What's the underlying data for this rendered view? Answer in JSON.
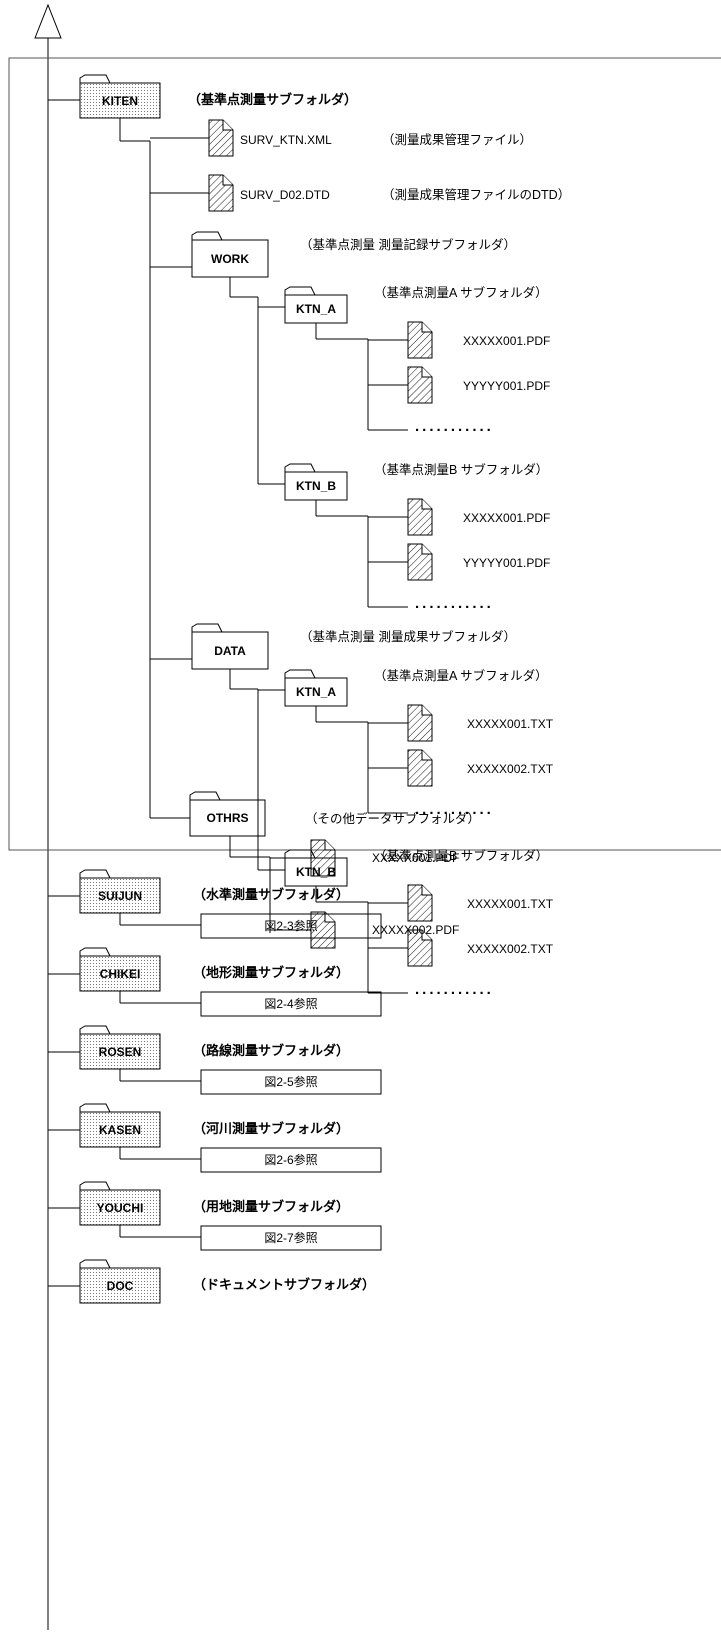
{
  "kiten": {
    "name": "KITEN",
    "note": "（基準点測量サブフォルダ）",
    "files": [
      {
        "name": "SURV_KTN.XML",
        "note": "（測量成果管理ファイル）"
      },
      {
        "name": "SURV_D02.DTD",
        "note": "（測量成果管理ファイルのDTD）"
      }
    ],
    "work": {
      "name": "WORK",
      "note": "（基準点測量 測量記録サブフォルダ）",
      "sub": [
        {
          "name": "KTN_A",
          "note": "（基準点測量A サブフォルダ）",
          "files": [
            "XXXXX001.PDF",
            "YYYYY001.PDF"
          ],
          "more": "..........."
        },
        {
          "name": "KTN_B",
          "note": "（基準点測量B サブフォルダ）",
          "files": [
            "XXXXX001.PDF",
            "YYYYY001.PDF"
          ],
          "more": "..........."
        }
      ]
    },
    "data": {
      "name": "DATA",
      "note": "（基準点測量 測量成果サブフォルダ）",
      "sub": [
        {
          "name": "KTN_A",
          "note": "（基準点測量A サブフォルダ）",
          "files": [
            "XXXXX001.TXT",
            "XXXXX002.TXT"
          ],
          "more": "..........."
        },
        {
          "name": "KTN_B",
          "note": "（基準点測量B サブフォルダ）",
          "files": [
            "XXXXX001.TXT",
            "XXXXX002.TXT"
          ],
          "more": "..........."
        }
      ]
    },
    "othrs": {
      "name": "OTHRS",
      "note": "（その他データサブフォルダ）",
      "files": [
        "XXXXX001.PDF",
        "XXXXX002.PDF"
      ]
    }
  },
  "others": [
    {
      "name": "SUIJUN",
      "note": "（水準測量サブフォルダ）",
      "ref": "図2-3参照"
    },
    {
      "name": "CHIKEI",
      "note": "（地形測量サブフォルダ）",
      "ref": "図2-4参照"
    },
    {
      "name": "ROSEN",
      "note": "（路線測量サブフォルダ）",
      "ref": "図2-5参照"
    },
    {
      "name": "KASEN",
      "note": "（河川測量サブフォルダ）",
      "ref": "図2-6参照"
    },
    {
      "name": "YOUCHI",
      "note": "（用地測量サブフォルダ）",
      "ref": "図2-7参照"
    },
    {
      "name": "DOC",
      "note": "（ドキュメントサブフォルダ）"
    }
  ]
}
